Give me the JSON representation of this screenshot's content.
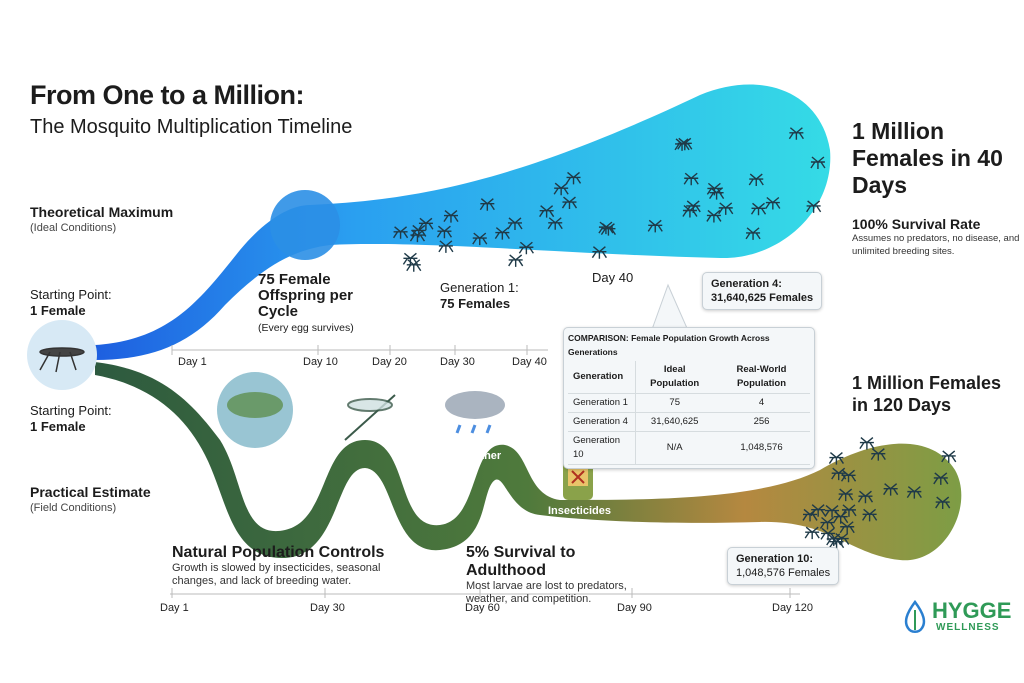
{
  "header": {
    "title": "From One to a Million:",
    "subtitle": "The Mosquito Multiplication Timeline"
  },
  "ideal": {
    "heading": "Theoretical Maximum",
    "sub": "(Ideal Conditions)",
    "start_label": "Starting Point:",
    "start_value": "1 Female",
    "offspring_title": "75 Female Offspring per Cycle",
    "offspring_sub": "(Every egg survives)",
    "gen1_label": "Generation 1:",
    "gen1_value": "75 Females",
    "day40_label": "Day 40",
    "gen4_callout_label": "Generation 4:",
    "gen4_callout_value": "31,640,625 Females",
    "result_title": "1 Million Females in 40 Days",
    "survival_title": "100% Survival Rate",
    "survival_desc": "Assumes no predators, no disease, and unlimited breeding sites.",
    "axis": [
      "Day 1",
      "Day 10",
      "Day 20",
      "Day 30",
      "Day 40"
    ]
  },
  "practical": {
    "heading": "Practical Estimate",
    "sub": "(Field Conditions)",
    "start_label": "Starting Point:",
    "start_value": "1 Female",
    "weather_label": "Weather",
    "insecticides_label": "Insecticides",
    "controls_title": "Natural Population Controls",
    "controls_desc": "Growth is slowed by insecticides, seasonal changes, and lack of breeding water.",
    "survival_title": "5% Survival to Adulthood",
    "survival_desc": "Most larvae are lost to predators, weather, and competition.",
    "result_title": "1 Million Females in 120 Days",
    "gen10_callout_label": "Generation 10:",
    "gen10_callout_value": "1,048,576 Females",
    "axis": [
      "Day 1",
      "Day 30",
      "Day 60",
      "Day 90",
      "Day 120"
    ]
  },
  "comparison": {
    "title": "COMPARISON: Female Population Growth Across Generations",
    "columns": [
      "Generation",
      "Ideal Population",
      "Real-World Population"
    ],
    "rows": [
      [
        "Generation 1",
        "75",
        "4"
      ],
      [
        "Generation 4",
        "31,640,625",
        "256"
      ],
      [
        "Generation 10",
        "N/A",
        "1,048,576"
      ]
    ]
  },
  "logo": {
    "name": "HYGGE",
    "tagline": "WELLNESS"
  },
  "colors": {
    "ideal_start": "#1e6fe0",
    "ideal_end": "#2fd8e8",
    "practical_start": "#2f5e3e",
    "practical_end": "#8aa246",
    "logo": "#2f9a57"
  }
}
